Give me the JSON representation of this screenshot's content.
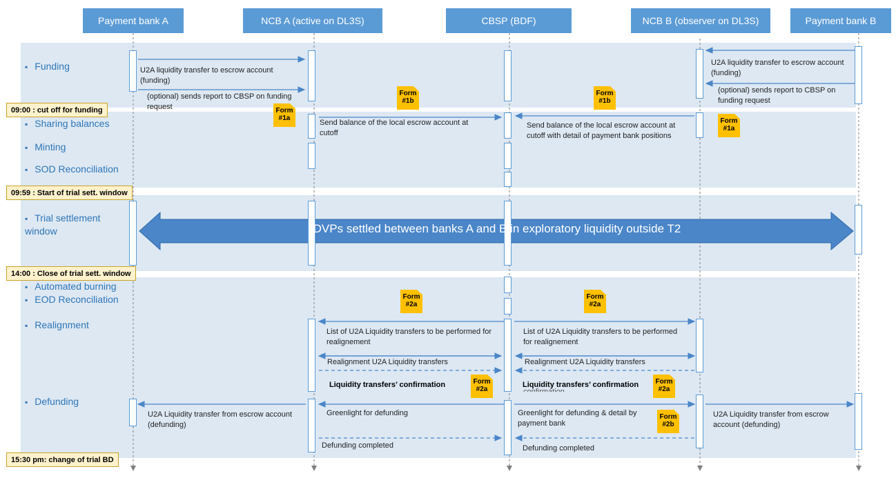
{
  "actors": [
    "Payment bank A",
    "NCB A (active on DL3S)",
    "CBSP (BDF)",
    "NCB B (observer on DL3S)",
    "Payment bank B"
  ],
  "phases": {
    "funding": "Funding",
    "sharing": "Sharing balances",
    "minting": "Minting",
    "sod": "SOD Reconciliation",
    "trial": "Trial settlement window",
    "burning": "Automated burning",
    "eod": "EOD Reconciliation",
    "realignment": "Realignment",
    "defunding": "Defunding"
  },
  "times": {
    "t0900": "09:00 : cut off for funding",
    "t0959": "09:59 : Start of trial sett. window",
    "t1400": "14:00 : Close of trial sett. window",
    "t1530": "15:30 pm: change of trial BD"
  },
  "forms": {
    "f1a": "Form #1a",
    "f1b": "Form #1b",
    "f2a": "Form #2a",
    "f2b": "Form #2b"
  },
  "messages": {
    "fund_a": "U2A liquidity transfer to escrow account (funding)",
    "report_a": "(optional) sends report to CBSP on funding request",
    "fund_b": "U2A liquidity transfer to escrow account (funding)",
    "report_b": "(optional) sends report to CBSP on funding request",
    "balance_a": "Send balance of the local escrow account at cutoff",
    "balance_b": "Send balance of the local escrow account at cutoff with detail of payment bank positions",
    "dvp": "DVPs settled between banks A and B in exploratory liquidity outside T2",
    "list_a": "List of U2A Liquidity transfers to be performed for realignement",
    "list_b": "List of U2A Liquidity transfers to be performed for realignement",
    "realign_a": "Realignment U2A Liquidity transfers",
    "realign_b": "Realignment U2A Liquidity transfers",
    "confirm_a": "Liquidity transfers’ confirmation",
    "confirm_b": "Liquidity transfers’ confirmation",
    "confirm_b_partial": "confirmation",
    "defund_a": "U2A Liquidity transfer from escrow account (defunding)",
    "green_a": "Greenlight for defunding",
    "green_b": "Greenlight for defunding & detail by payment bank",
    "defund_b": "U2A Liquidity transfer from escrow account (defunding)",
    "done_a": "Defunding completed",
    "done_b": "Defunding completed"
  }
}
